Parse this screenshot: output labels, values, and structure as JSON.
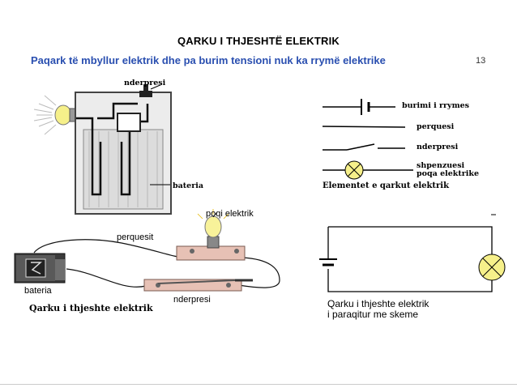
{
  "slide": {
    "title": "QARKU I THJESHTË ELEKTRIK",
    "subtitle": "Paqark të mbyllur elektrik dhe pa burim tensioni nuk ka rrymë elektrike",
    "page_number": "13"
  },
  "figure_top_left": {
    "label_switch": "nderpresi",
    "label_battery": "bateria"
  },
  "legend": {
    "items": [
      {
        "label": "burimi i rrymes",
        "icon": "battery-symbol-icon"
      },
      {
        "label": "perquesi",
        "icon": "wire-symbol-icon"
      },
      {
        "label": "nderpresi",
        "icon": "switch-symbol-icon"
      },
      {
        "label": "shpenzuesi",
        "label2": "poqa elektrike",
        "icon": "lamp-symbol-icon"
      }
    ],
    "caption": "Elementet e qarkut elektrik"
  },
  "figure_bottom_left": {
    "label_lamp": "poqi elektrik",
    "label_wire": "perquesit",
    "label_battery": "bateria",
    "label_switch": "nderpresi",
    "caption": "Qarku i thjeshte elektrik"
  },
  "figure_bottom_right": {
    "caption_line1": "Qarku i thjeshte elektrik",
    "caption_line2": "i paraqitur me skeme"
  }
}
